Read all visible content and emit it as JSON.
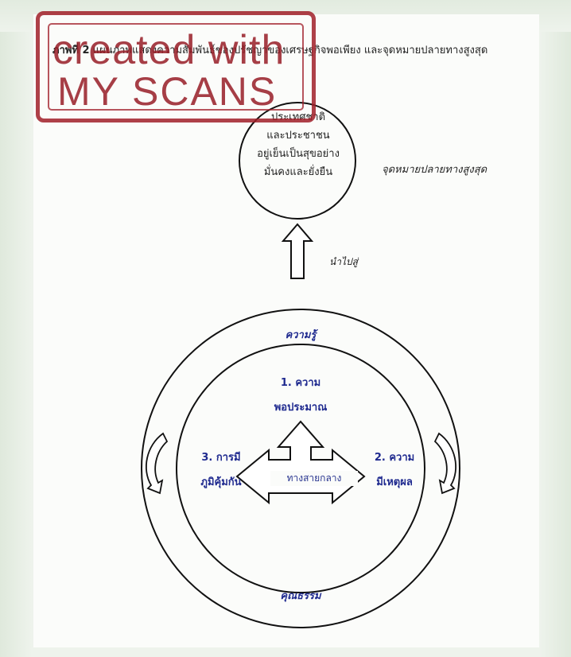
{
  "caption": {
    "prefix": "ภาพที่ 2",
    "text": "แผนภาพแสดงความสัมพันธ์ของปรัชญาของเศรษฐกิจพอเพียง และจุดหมายปลายทางสูงสุด"
  },
  "watermark": {
    "line1": "created with",
    "line2": "MY SCANS",
    "color": "#a01e28"
  },
  "goal": {
    "lines": [
      "ประเทศชาติ",
      "และประชาชน",
      "อยู่เย็นเป็นสุขอย่าง",
      "มั่นคงและยั่งยืน"
    ],
    "label": "จุดหมายปลายทางสูงสุด"
  },
  "lead_to": "นำไปสู่",
  "outer_ring": {
    "top": "ความรู้",
    "bottom": "คุณธรรม"
  },
  "principles": {
    "p1": [
      "1. ความ",
      "พอประมาณ"
    ],
    "p2": [
      "2. ความ",
      "มีเหตุผล"
    ],
    "p3": [
      "3. การมี",
      "ภูมิคุ้มกัน"
    ]
  },
  "center": "ทางสายกลาง",
  "colors": {
    "accent": "#1f2a8f",
    "line": "#111111"
  }
}
